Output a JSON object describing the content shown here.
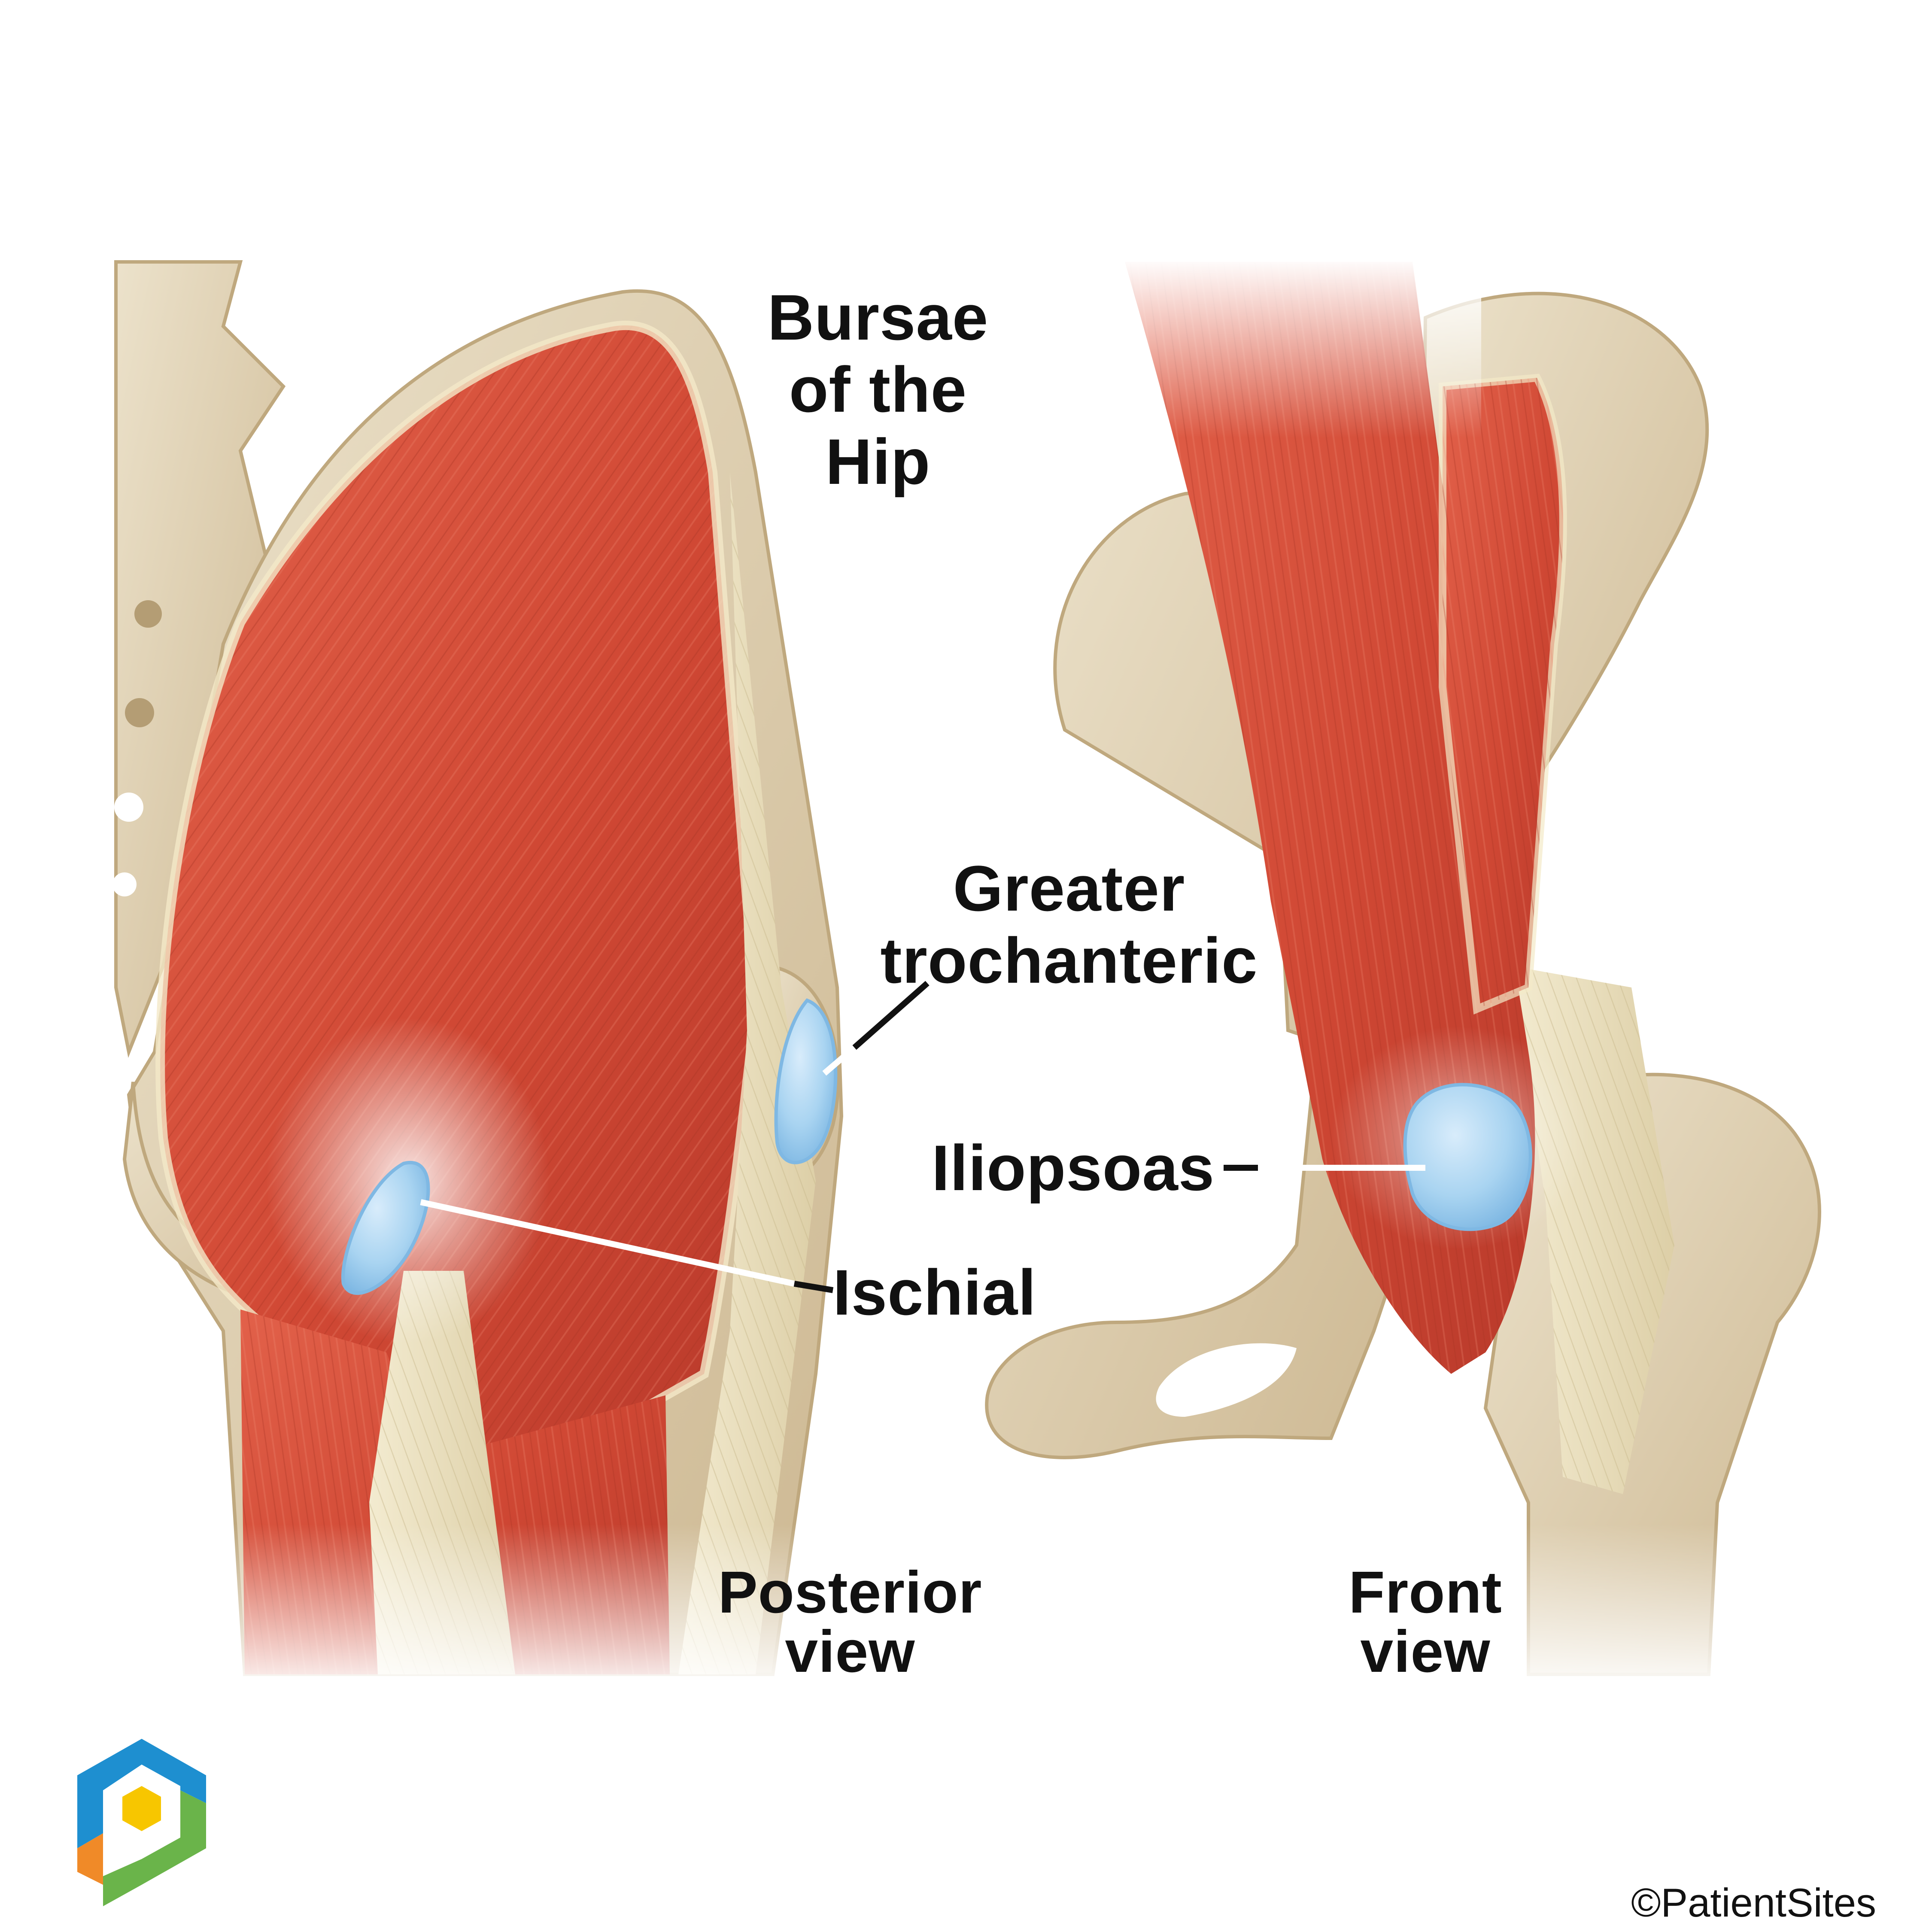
{
  "title": {
    "line1": "Bursae",
    "line2": "of the",
    "line3": "Hip"
  },
  "labels": {
    "greater_trochanteric_1": "Greater",
    "greater_trochanteric_2": "trochanteric",
    "iliopsoas": "Iliopsoas",
    "ischial": "Ischial"
  },
  "views": {
    "posterior_1": "Posterior",
    "posterior_2": "view",
    "front_1": "Front",
    "front_2": "view"
  },
  "copyright": "©PatientSites",
  "colors": {
    "muscle": "#d9543f",
    "muscle_dark": "#b73a2a",
    "bone": "#e4d6ba",
    "bone_shadow": "#c9b48e",
    "tendon": "#efe5c6",
    "bursa": "#a9d4f1",
    "bursa_edge": "#7fb8e3",
    "logo_blue": "#1e8fd0",
    "logo_green": "#6ab44a",
    "logo_orange": "#f08a28",
    "logo_yellow": "#f7c600"
  },
  "icons": [
    "patientsites-logo-icon"
  ]
}
